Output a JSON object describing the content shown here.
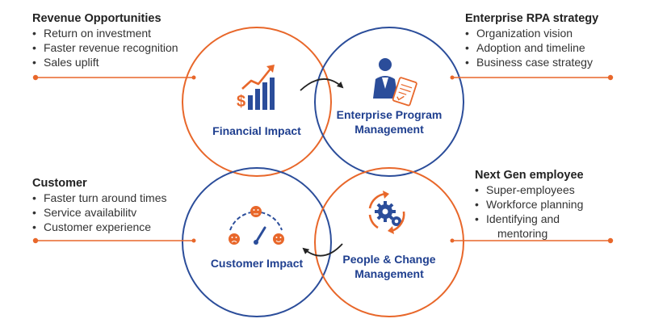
{
  "colors": {
    "orange": "#e8672a",
    "blue": "#2b4d9a",
    "dark": "#222222",
    "text": "#333333"
  },
  "blocks": {
    "revenue": {
      "title": "Revenue Opportunities",
      "items": [
        "Return on investment",
        "Faster revenue recognition",
        "Sales uplift"
      ]
    },
    "enterprise_rpa": {
      "title": "Enterprise RPA strategy",
      "items": [
        "Organization vision",
        "Adoption and timeline",
        "Business case strategy"
      ]
    },
    "customer": {
      "title": "Customer",
      "items": [
        "Faster turn around times",
        "Service availabilitv",
        "Customer experience"
      ]
    },
    "next_gen": {
      "title": "Next Gen employee",
      "items": [
        "Super-employees",
        "Workforce planning",
        "Identifying and",
        "mentoring"
      ]
    }
  },
  "circles": {
    "financial": {
      "line1": "Financial Impact",
      "icon": "revenue-growth-icon"
    },
    "enterprise_program": {
      "line1": "Enterprise Program",
      "line2": "Management",
      "icon": "business-strategy-icon"
    },
    "customer_impact": {
      "line1": "Customer Impact",
      "icon": "satisfaction-meter-icon"
    },
    "people_change": {
      "line1": "People & Change",
      "line2": "Management",
      "icon": "gears-cycle-icon"
    }
  }
}
